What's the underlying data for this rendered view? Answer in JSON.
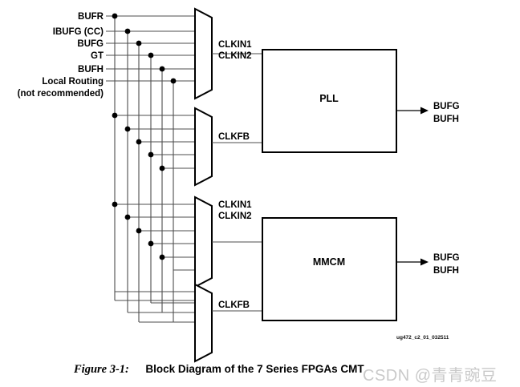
{
  "figure": {
    "number": "Figure 3-1:",
    "title": "Block Diagram of the 7 Series FPGAs CMT",
    "part_number": "ug472_c2_01_032511",
    "watermark": "CSDN @青青豌豆"
  },
  "clock_sources": [
    {
      "label": "BUFR"
    },
    {
      "label": "IBUFG (CC)"
    },
    {
      "label": "BUFG"
    },
    {
      "label": "GT"
    },
    {
      "label": "BUFH"
    },
    {
      "label": "Local Routing"
    },
    {
      "label": "(not recommended)"
    }
  ],
  "blocks": [
    {
      "name": "PLL",
      "label": "PLL",
      "inputs": [
        {
          "label": "CLKIN1"
        },
        {
          "label": "CLKIN2"
        },
        {
          "label": "CLKFB"
        }
      ],
      "outputs": [
        {
          "label": "BUFG"
        },
        {
          "label": "BUFH"
        }
      ]
    },
    {
      "name": "MMCM",
      "label": "MMCM",
      "inputs": [
        {
          "label": "CLKIN1"
        },
        {
          "label": "CLKIN2"
        },
        {
          "label": "CLKFB"
        }
      ],
      "outputs": [
        {
          "label": "BUFG"
        },
        {
          "label": "BUFH"
        }
      ]
    }
  ],
  "muxes": [
    {
      "name": "pll-clkin-mux",
      "input_count": 6,
      "output_pin": "CLKIN1 / CLKIN2"
    },
    {
      "name": "pll-clkfb-mux",
      "input_count": 5,
      "output_pin": "CLKFB"
    },
    {
      "name": "mmcm-clkin-mux",
      "input_count": 6,
      "output_pin": "CLKIN1 / CLKIN2"
    },
    {
      "name": "mmcm-clkfb-mux",
      "input_count": 5,
      "output_pin": "CLKFB"
    }
  ],
  "colors": {
    "wire": "#4d4d4d",
    "outline": "#000000",
    "background": "#ffffff",
    "watermark": "#c9c9c9"
  }
}
